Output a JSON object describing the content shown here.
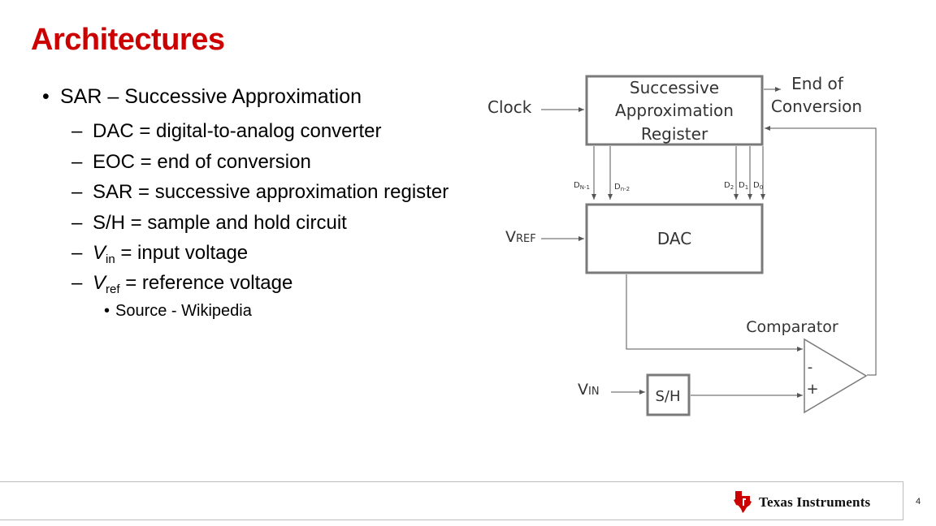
{
  "slide": {
    "title": "Architectures",
    "bullet_main": "SAR – Successive Approximation",
    "sub_bullets": [
      {
        "text": "DAC = digital-to-analog converter"
      },
      {
        "text": "EOC = end of conversion"
      },
      {
        "text": "SAR = successive approximation register"
      },
      {
        "text": "S/H = sample and hold circuit"
      },
      {
        "var": "V",
        "subscript": "in",
        "text": " = input voltage"
      },
      {
        "var": "V",
        "subscript": "ref",
        "text": " = reference voltage"
      }
    ],
    "source_bullet": "Source - Wikipedia",
    "page_number": "4"
  },
  "diagram": {
    "clock_label": "Clock",
    "sar_block": [
      "Successive",
      "Approximation",
      "Register"
    ],
    "eoc_label": [
      "End of",
      "Conversion"
    ],
    "bit_labels": {
      "dn1": {
        "base": "D",
        "sub": "N-1"
      },
      "dn2": {
        "base": "D",
        "sub": "n-2"
      },
      "d2": {
        "base": "D",
        "sub": "2"
      },
      "d1": {
        "base": "D",
        "sub": "1"
      },
      "d0": {
        "base": "D",
        "sub": "0"
      }
    },
    "vref_label": {
      "base": "V",
      "sub": "REF"
    },
    "dac_label": "DAC",
    "comparator_label": "Comparator",
    "vin_label": {
      "base": "V",
      "sub": "IN"
    },
    "sh_label": "S/H",
    "minus_label": "-",
    "plus_label": "+"
  },
  "footer": {
    "company": "Texas Instruments",
    "logo_icon": "texas-state-logo-icon",
    "brand_color": "#cc0000"
  }
}
